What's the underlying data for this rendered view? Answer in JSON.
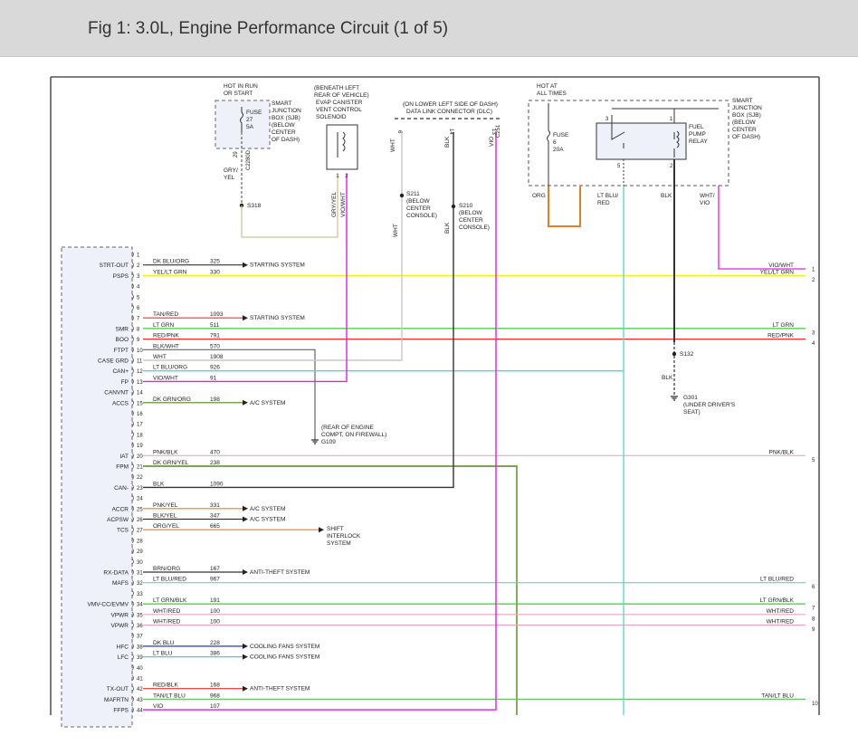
{
  "header": {
    "title": "Fig 1: 3.0L, Engine Performance Circuit (1 of 5)"
  },
  "colors": {
    "header_bg": "#d9d9d9",
    "frame": "#333333",
    "ecm_fill": "#eef0fa",
    "line_text": "#222222",
    "yel": "#f2f20a",
    "grn": "#36d136",
    "red": "#ff2a2a",
    "blk": "#333333",
    "gry": "#999999",
    "vio": "#e51de5",
    "cyan": "#57d4d4",
    "dkgrn": "#4f8a1f",
    "orange": "#e67e22",
    "pink": "#f4a4bc",
    "blue": "#1f3cc0",
    "ltblue": "#57c1ea",
    "olive": "#c8c896",
    "gryvio": "#c8c8c8"
  },
  "fuse27": {
    "hot": [
      "HOT IN RUN",
      "OR START"
    ],
    "label": [
      "FUSE",
      "27",
      "5A"
    ],
    "sjb": [
      "SMART",
      "JUNCTION",
      "BOX (SJB)",
      "(BELOW",
      "CENTER",
      "OF DASH)"
    ],
    "pin": "29",
    "connector": "C2280D",
    "wire": [
      "GRY/",
      "YEL"
    ],
    "splice": "S318"
  },
  "evap": {
    "location": [
      "(BENEATH LEFT",
      "REAR OF VEHICLE)"
    ],
    "name": [
      "EVAP CANISTER",
      "VENT CONTROL",
      "SOLENOID"
    ],
    "pin1": "1",
    "pin2": "2",
    "wire1": "GRY/YEL",
    "wire2": "VIO/WHT"
  },
  "dlc": {
    "location": "(ON LOWER LEFT SIDE OF DASH)",
    "name": "DATA LINK CONNECTOR (DLC)",
    "pins": [
      "6",
      "14",
      "13"
    ],
    "connector": "C251",
    "wires": [
      "WHT",
      "BLK",
      "VIO"
    ],
    "s211": [
      "S211",
      "(BELOW",
      "CENTER",
      "CONSOLE)"
    ],
    "s210": [
      "S210",
      "(BELOW",
      "CENTER",
      "CONSOLE)"
    ],
    "wire_wht": "WHT",
    "wire_blk": "BLK"
  },
  "relay": {
    "hot": [
      "HOT AT",
      "ALL TIMES"
    ],
    "fuse": [
      "FUSE",
      "6",
      "20A"
    ],
    "name": [
      "FUEL",
      "PUMP",
      "RELAY"
    ],
    "sjb": [
      "SMART",
      "JUNCTION",
      "BOX (SJB)",
      "(BELOW",
      "CENTER",
      "OF DASH)"
    ],
    "pins": [
      "3",
      "1",
      "5",
      "2"
    ],
    "wires": [
      "ORG",
      "LT BLU/",
      "RED",
      "BLK",
      "WHT/",
      "VIO"
    ],
    "s132": "S132",
    "s132_wire": "BLK",
    "g301": [
      "G301",
      "(UNDER DRIVER'S",
      "SEAT)"
    ]
  },
  "g109": {
    "label": [
      "(REAR OF ENGINE",
      "COMPT, ON FIREWALL)",
      "G109"
    ]
  },
  "shift_interlock": [
    "SHIFT",
    "INTERLOCK",
    "SYSTEM"
  ],
  "pcm_rows": [
    {
      "pin": "1",
      "sig": "",
      "color": "",
      "circuit": "",
      "kind": "none",
      "dest": ""
    },
    {
      "pin": "2",
      "sig": "STRT-OUT",
      "color": "DK BLU/ORG",
      "circuit": "325",
      "kind": "arrow",
      "dest": "STARTING SYSTEM"
    },
    {
      "pin": "3",
      "sig": "PSPS",
      "color": "YEL/LT GRN",
      "circuit": "330",
      "kind": "right",
      "dest": ""
    },
    {
      "pin": "4",
      "sig": "",
      "color": "",
      "circuit": "",
      "kind": "none",
      "dest": ""
    },
    {
      "pin": "5",
      "sig": "",
      "color": "",
      "circuit": "",
      "kind": "none",
      "dest": ""
    },
    {
      "pin": "6",
      "sig": "",
      "color": "",
      "circuit": "",
      "kind": "none",
      "dest": ""
    },
    {
      "pin": "7",
      "sig": "",
      "color": "TAN/RED",
      "circuit": "1093",
      "kind": "arrow",
      "dest": "STARTING SYSTEM"
    },
    {
      "pin": "8",
      "sig": "SMR",
      "color": "LT GRN",
      "circuit": "511",
      "kind": "right",
      "dest": ""
    },
    {
      "pin": "9",
      "sig": "BOO",
      "color": "RED/PNK",
      "circuit": "791",
      "kind": "right",
      "dest": ""
    },
    {
      "pin": "10",
      "sig": "FTPT",
      "color": "BLK/WHT",
      "circuit": "570",
      "kind": "g109",
      "dest": ""
    },
    {
      "pin": "11",
      "sig": "CASE GRD",
      "color": "WHT",
      "circuit": "1908",
      "kind": "dlc6",
      "dest": ""
    },
    {
      "pin": "12",
      "sig": "CAN+",
      "color": "LT BLU/ORG",
      "circuit": "926",
      "kind": "relay5",
      "dest": ""
    },
    {
      "pin": "13",
      "sig": "FP",
      "color": "VIO/WHT",
      "circuit": "91",
      "kind": "evap2",
      "dest": ""
    },
    {
      "pin": "14",
      "sig": "CANVNT",
      "color": "",
      "circuit": "",
      "kind": "none",
      "dest": ""
    },
    {
      "pin": "15",
      "sig": "ACCS",
      "color": "DK GRN/ORG",
      "circuit": "198",
      "kind": "arrow",
      "dest": "A/C SYSTEM"
    },
    {
      "pin": "16",
      "sig": "",
      "color": "",
      "circuit": "",
      "kind": "none",
      "dest": ""
    },
    {
      "pin": "17",
      "sig": "",
      "color": "",
      "circuit": "",
      "kind": "none",
      "dest": ""
    },
    {
      "pin": "18",
      "sig": "",
      "color": "",
      "circuit": "",
      "kind": "none",
      "dest": ""
    },
    {
      "pin": "19",
      "sig": "",
      "color": "",
      "circuit": "",
      "kind": "none",
      "dest": ""
    },
    {
      "pin": "20",
      "sig": "IAT",
      "color": "PNK/BLK",
      "circuit": "470",
      "kind": "right",
      "dest": ""
    },
    {
      "pin": "21",
      "sig": "FPM",
      "color": "DK GRN/YEL",
      "circuit": "238",
      "kind": "down",
      "dest": ""
    },
    {
      "pin": "22",
      "sig": "",
      "color": "",
      "circuit": "",
      "kind": "none",
      "dest": ""
    },
    {
      "pin": "23",
      "sig": "CAN-",
      "color": "BLK",
      "circuit": "1090",
      "kind": "dlc14",
      "dest": ""
    },
    {
      "pin": "24",
      "sig": "",
      "color": "",
      "circuit": "",
      "kind": "none",
      "dest": ""
    },
    {
      "pin": "25",
      "sig": "ACCR",
      "color": "PNK/YEL",
      "circuit": "331",
      "kind": "arrow",
      "dest": "A/C SYSTEM"
    },
    {
      "pin": "26",
      "sig": "ACPSW",
      "color": "BLK/YEL",
      "circuit": "347",
      "kind": "arrow",
      "dest": "A/C SYSTEM"
    },
    {
      "pin": "27",
      "sig": "TCS",
      "color": "ORG/YEL",
      "circuit": "665",
      "kind": "arrowplain",
      "dest": ""
    },
    {
      "pin": "28",
      "sig": "",
      "color": "",
      "circuit": "",
      "kind": "none",
      "dest": ""
    },
    {
      "pin": "29",
      "sig": "",
      "color": "",
      "circuit": "",
      "kind": "none",
      "dest": ""
    },
    {
      "pin": "30",
      "sig": "",
      "color": "",
      "circuit": "",
      "kind": "none",
      "dest": ""
    },
    {
      "pin": "31",
      "sig": "RX-DATA",
      "color": "BRN/ORG",
      "circuit": "167",
      "kind": "arrow",
      "dest": "ANTI-THEFT SYSTEM"
    },
    {
      "pin": "32",
      "sig": "MAFS",
      "color": "LT BLU/RED",
      "circuit": "967",
      "kind": "right",
      "dest": ""
    },
    {
      "pin": "33",
      "sig": "",
      "color": "",
      "circuit": "",
      "kind": "none",
      "dest": ""
    },
    {
      "pin": "34",
      "sig": "VMV-CC/EVMV",
      "color": "LT GRN/BLK",
      "circuit": "191",
      "kind": "right",
      "dest": ""
    },
    {
      "pin": "35",
      "sig": "VPWR",
      "color": "WHT/RED",
      "circuit": "100",
      "kind": "right",
      "dest": ""
    },
    {
      "pin": "36",
      "sig": "VPWR",
      "color": "WHT/RED",
      "circuit": "100",
      "kind": "right",
      "dest": ""
    },
    {
      "pin": "37",
      "sig": "",
      "color": "",
      "circuit": "",
      "kind": "none",
      "dest": ""
    },
    {
      "pin": "38",
      "sig": "HFC",
      "color": "DK BLU",
      "circuit": "228",
      "kind": "arrow",
      "dest": "COOLING FANS SYSTEM"
    },
    {
      "pin": "39",
      "sig": "LFC",
      "color": "LT BLU",
      "circuit": "386",
      "kind": "arrow",
      "dest": "COOLING FANS SYSTEM"
    },
    {
      "pin": "40",
      "sig": "",
      "color": "",
      "circuit": "",
      "kind": "none",
      "dest": ""
    },
    {
      "pin": "41",
      "sig": "",
      "color": "",
      "circuit": "",
      "kind": "none",
      "dest": ""
    },
    {
      "pin": "42",
      "sig": "TX-OUT",
      "color": "RED/BLK",
      "circuit": "168",
      "kind": "arrow",
      "dest": "ANTI-THEFT SYSTEM"
    },
    {
      "pin": "43",
      "sig": "MAFRTN",
      "color": "TAN/LT BLU",
      "circuit": "968",
      "kind": "right",
      "dest": ""
    },
    {
      "pin": "44",
      "sig": "FFPS",
      "color": "VIO",
      "circuit": "107",
      "kind": "dlc13",
      "dest": ""
    }
  ],
  "right_connectors": [
    {
      "num": "1",
      "label": "VIO/WHT"
    },
    {
      "num": "2",
      "label": "YEL/LT GRN"
    },
    {
      "num": "3",
      "label": "LT GRN"
    },
    {
      "num": "4",
      "label": "RED/PNK"
    },
    {
      "num": "5",
      "label": "PNK/BLK"
    },
    {
      "num": "6",
      "label": "LT BLU/RED"
    },
    {
      "num": "7",
      "label": "LT GRN/BLK"
    },
    {
      "num": "8",
      "label": "WHT/RED"
    },
    {
      "num": "9",
      "label": "WHT/RED"
    },
    {
      "num": "10",
      "label": "TAN/LT BLU"
    }
  ]
}
